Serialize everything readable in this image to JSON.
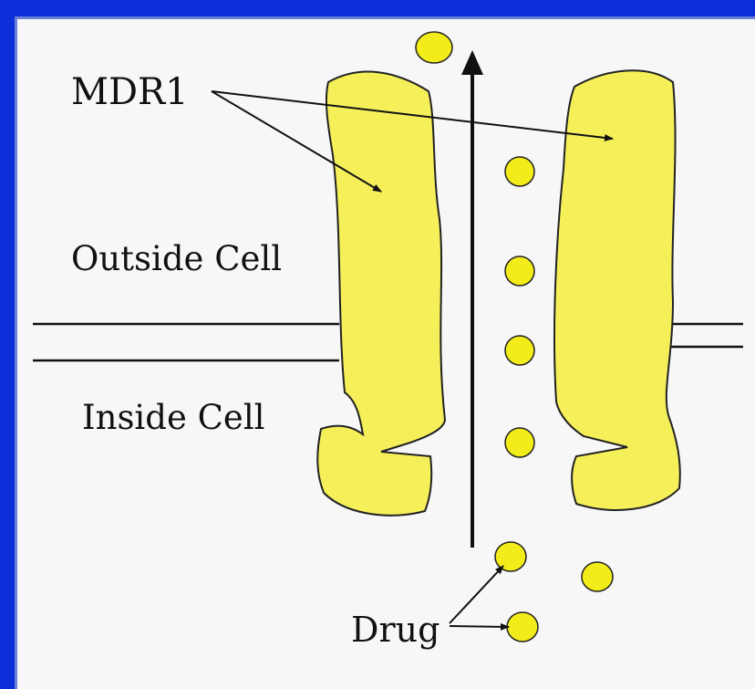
{
  "diagram": {
    "labels": {
      "mdr1": "MDR1",
      "outside": "Outside Cell",
      "inside": "Inside Cell",
      "drug": "Drug"
    },
    "colors": {
      "background": "#0a2fd8",
      "panel": "#f7f7f7",
      "protein_fill": "#f5f05a",
      "drug_fill": "#f2ec1a",
      "line": "#111111"
    }
  }
}
